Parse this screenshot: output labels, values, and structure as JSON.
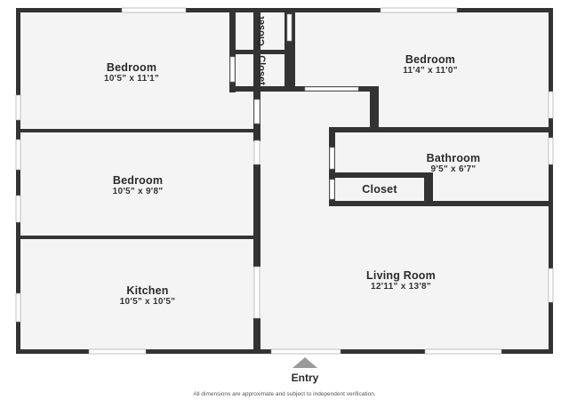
{
  "rooms": {
    "bedroom_1": {
      "name": "Bedroom",
      "dimensions": "10'5\" x 11'1\""
    },
    "bedroom_2": {
      "name": "Bedroom",
      "dimensions": "11'4\" x 11'0\""
    },
    "bedroom_3": {
      "name": "Bedroom",
      "dimensions": "10'5\" x 9'8\""
    },
    "bathroom": {
      "name": "Bathroom",
      "dimensions": "9'5\" x 6'7\""
    },
    "closet_main": {
      "name": "Closet"
    },
    "closet_top": {
      "name": "Closet"
    },
    "closet_lower": {
      "name": "Closet"
    },
    "kitchen": {
      "name": "Kitchen",
      "dimensions": "10'5\" x 10'5\""
    },
    "living_room": {
      "name": "Living Room",
      "dimensions": "12'11\" x 13'8\""
    }
  },
  "entry": {
    "label": "Entry"
  },
  "disclaimer": "All dimensions are approximate and subject to independent verification.",
  "colors": {
    "wall": "#333333",
    "floor": "#f4f4f4",
    "window": "#ffffff",
    "entry_arrow": "#9a9a9a"
  }
}
